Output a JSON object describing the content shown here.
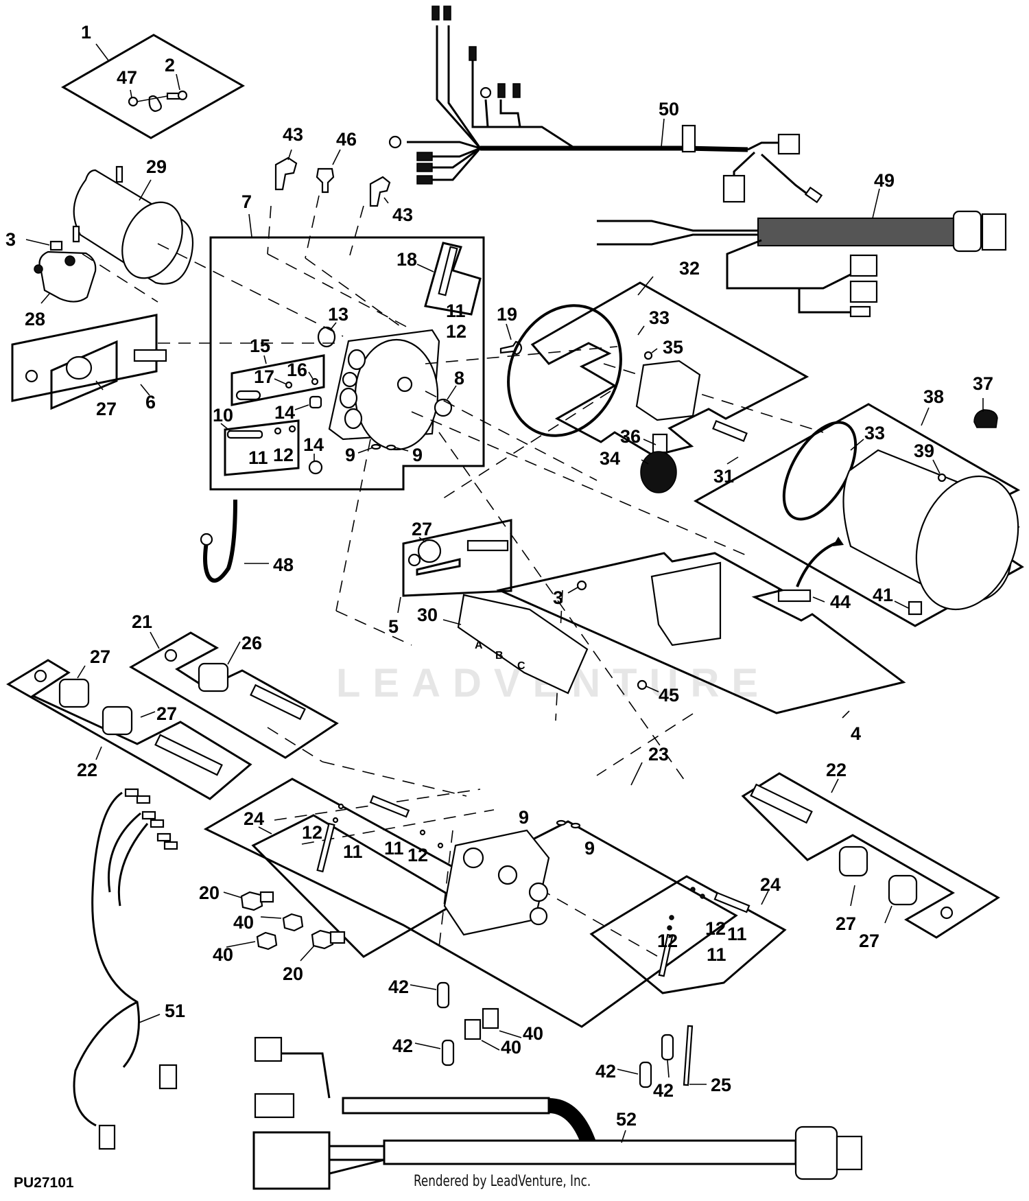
{
  "diagram": {
    "figure_id": "PU27101",
    "footer": "Rendered by LeadVenture, Inc.",
    "watermark": "LEADVENTURE",
    "control_unit_letters": [
      "A",
      "B",
      "C"
    ]
  },
  "callouts": {
    "c1": "1",
    "c2": "2",
    "c47": "47",
    "c29": "29",
    "c3a": "3",
    "c28": "28",
    "c43a": "43",
    "c46": "46",
    "c43b": "43",
    "c7": "7",
    "c18": "18",
    "c11a": "11",
    "c12a": "12",
    "c13": "13",
    "c19": "19",
    "c15": "15",
    "c16": "16",
    "c17": "17",
    "c8": "8",
    "c14a": "14",
    "c14b": "14",
    "c10": "10",
    "c11b": "11",
    "c12b": "12",
    "c9a": "9",
    "c9b": "9",
    "c6": "6",
    "c27a": "27",
    "c50": "50",
    "c49": "49",
    "c32": "32",
    "c33a": "33",
    "c35": "35",
    "c36": "36",
    "c34": "34",
    "c31": "31",
    "c38": "38",
    "c37": "37",
    "c33b": "33",
    "c39": "39",
    "c41": "41",
    "c44": "44",
    "c48": "48",
    "c27b": "27",
    "c5": "5",
    "c30": "30",
    "c3b": "3",
    "c45": "45",
    "c4": "4",
    "c21": "21",
    "c26": "26",
    "c27c": "27",
    "c27d": "27",
    "c22a": "22",
    "c23": "23",
    "c24a": "24",
    "c12c": "12",
    "c11c": "11",
    "c11d": "11",
    "c12d": "12",
    "c9c": "9",
    "c9d": "9",
    "c20a": "20",
    "c40a": "40",
    "c40b": "40",
    "c20b": "20",
    "c22b": "22",
    "c24b": "24",
    "c12e": "12",
    "c11e": "11",
    "c12f": "12",
    "c11f": "11",
    "c27e": "27",
    "c27f": "27",
    "c51": "51",
    "c42a": "42",
    "c42b": "42",
    "c40c": "40",
    "c40d": "40",
    "c42c": "42",
    "c42d": "42",
    "c25": "25",
    "c52": "52"
  }
}
